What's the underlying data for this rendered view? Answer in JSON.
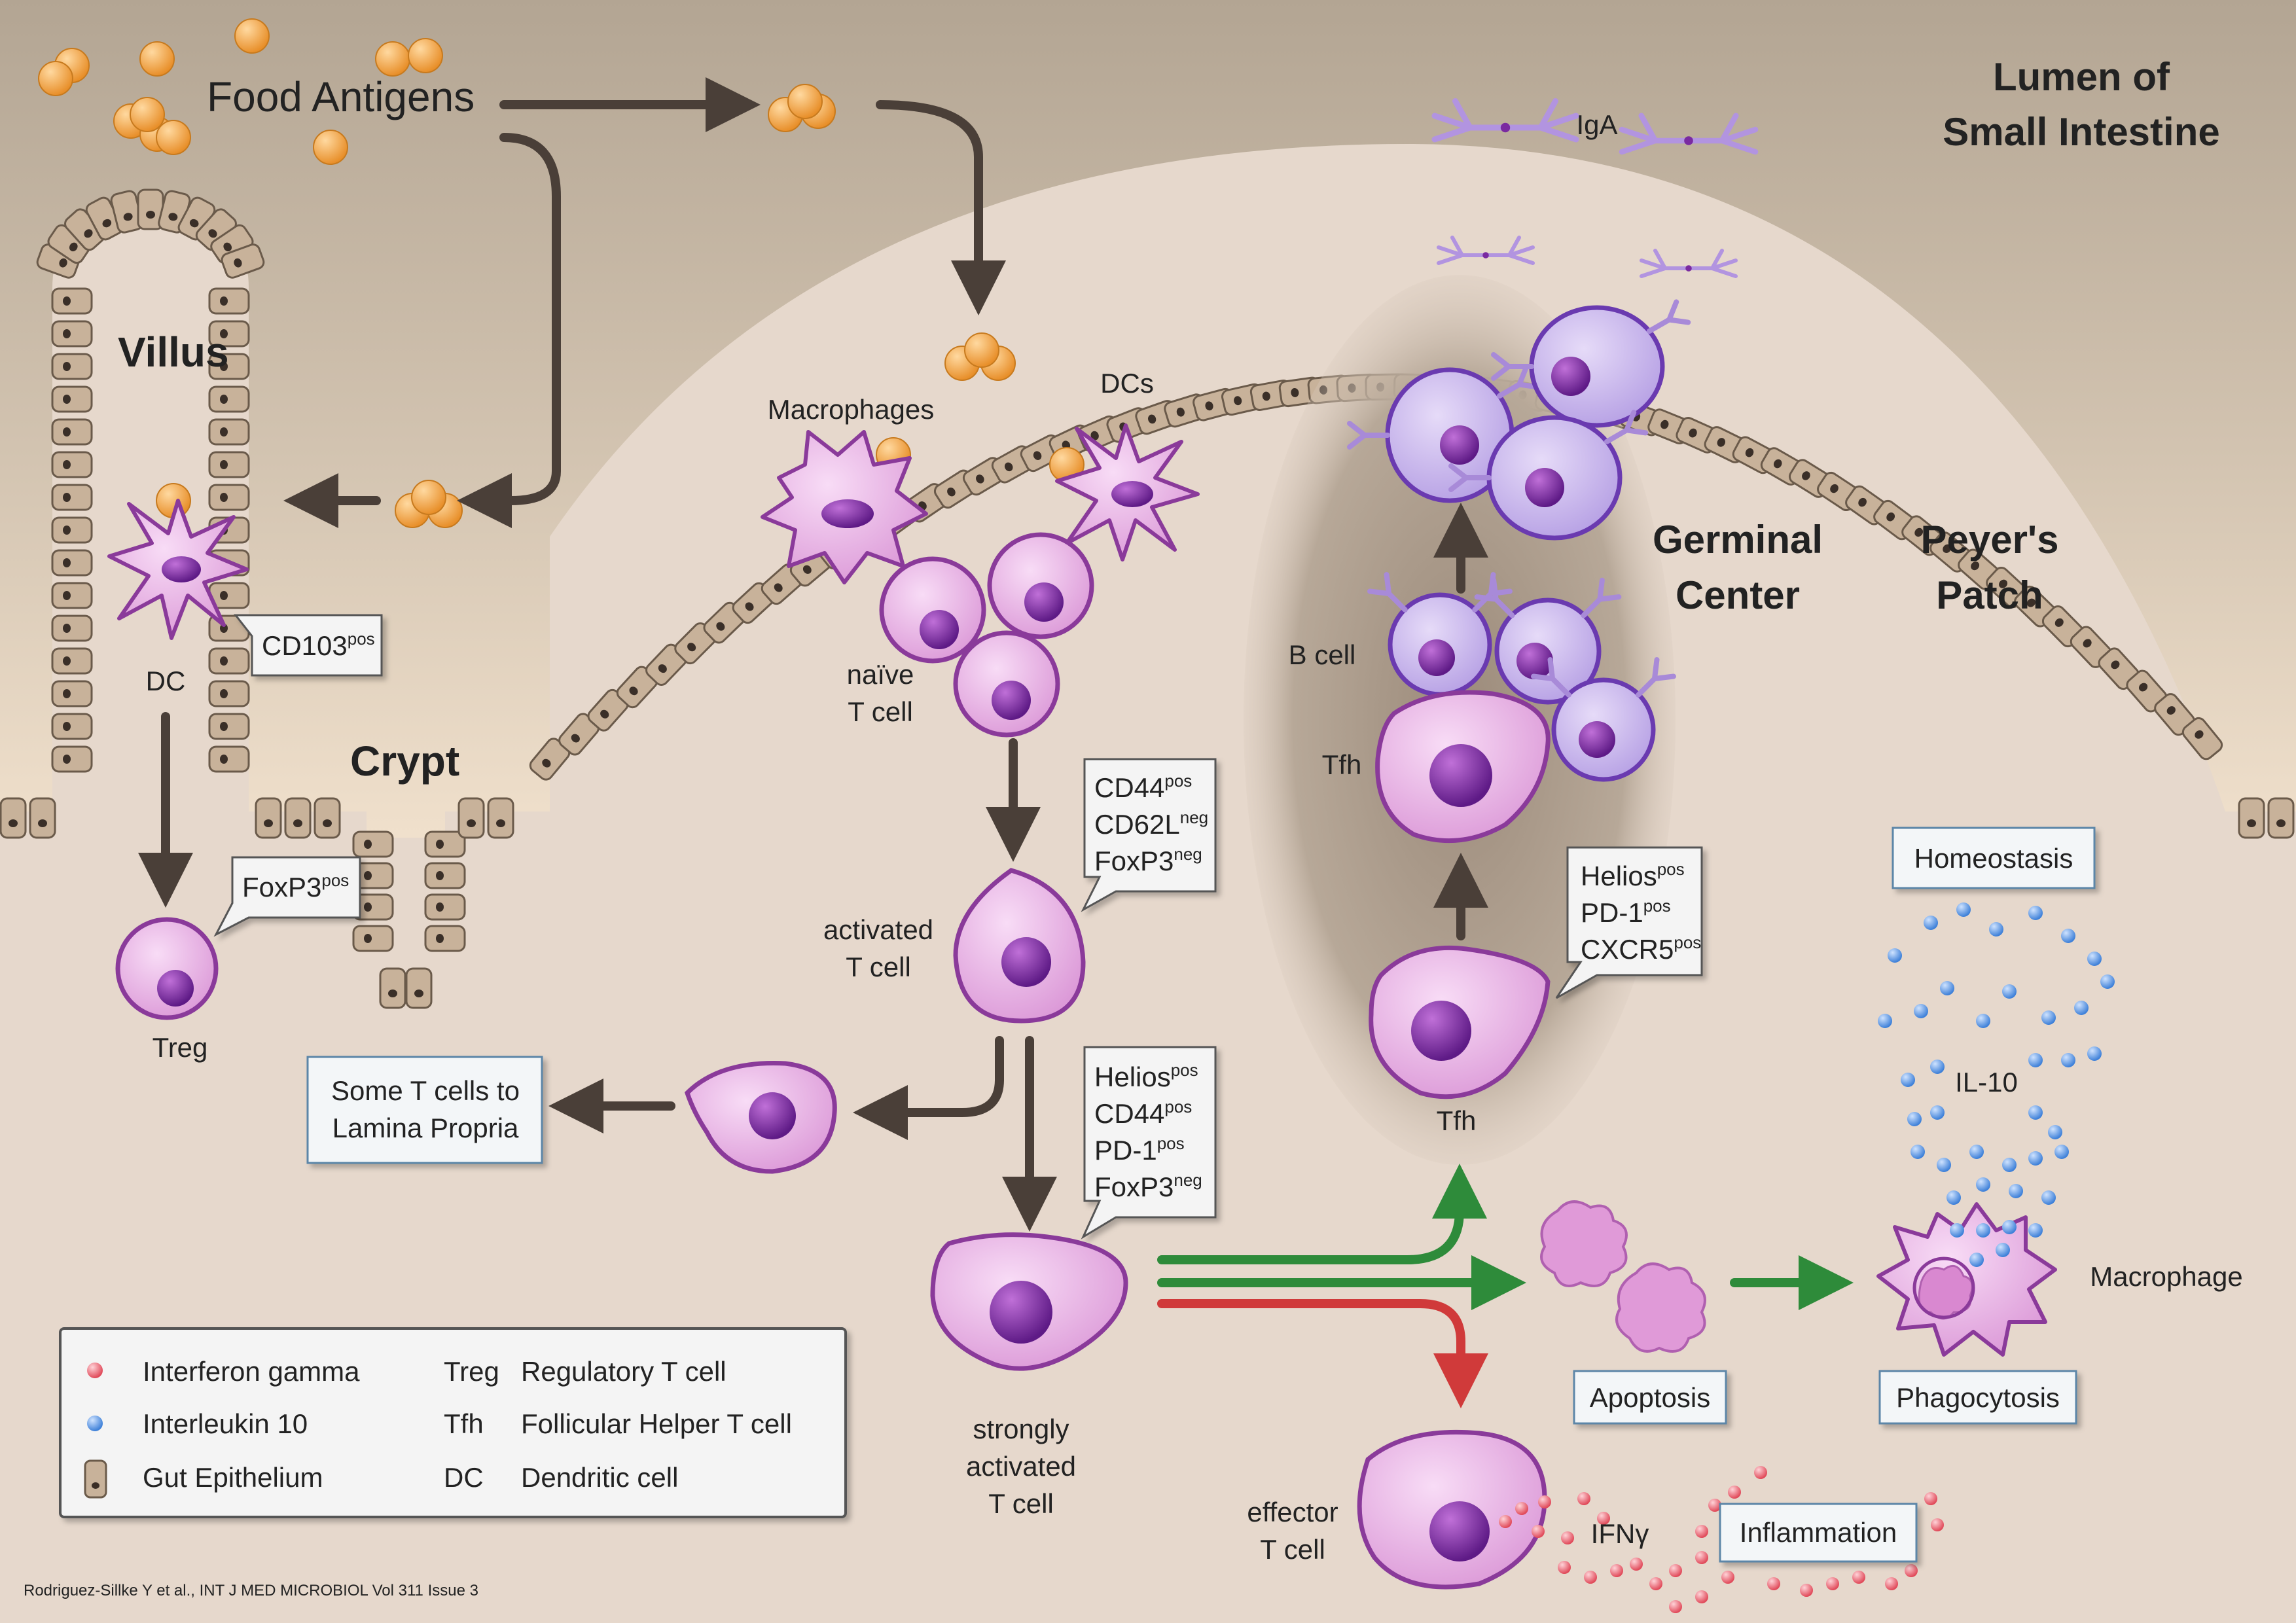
{
  "title": "Lumen of Small Intestine",
  "title_lines": [
    "Lumen of",
    "Small Intestine"
  ],
  "labels": {
    "food_antigens": "Food Antigens",
    "villus": "Villus",
    "crypt": "Crypt",
    "dc": "DC",
    "treg": "Treg",
    "macrophages": "Macrophages",
    "dcs": "DCs",
    "naive_line1": "naïve",
    "naive_line2": "T cell",
    "activated_line1": "activated",
    "activated_line2": "T cell",
    "strong_line1": "strongly",
    "strong_line2": "activated",
    "strong_line3": "T cell",
    "effector_line1": "effector",
    "effector_line2": "T cell",
    "iga": "IgA",
    "b_cell": "B cell",
    "tfh_top": "Tfh",
    "tfh_bottom": "Tfh",
    "germinal_line1": "Germinal",
    "germinal_line2": "Center",
    "peyers_line1": "Peyer's",
    "peyers_line2": "Patch",
    "il10": "IL-10",
    "ifng": "IFNγ",
    "macrophage": "Macrophage"
  },
  "markers": {
    "cd103": {
      "name": "CD103",
      "sup": "pos"
    },
    "foxp3": {
      "name": "FoxP3",
      "sup": "pos"
    },
    "activated": [
      {
        "name": "CD44",
        "sup": "pos"
      },
      {
        "name": "CD62L",
        "sup": "neg"
      },
      {
        "name": "FoxP3",
        "sup": "neg"
      }
    ],
    "strong": [
      {
        "name": "Helios",
        "sup": "pos"
      },
      {
        "name": "CD44",
        "sup": "pos"
      },
      {
        "name": "PD-1",
        "sup": "pos"
      },
      {
        "name": "FoxP3",
        "sup": "neg"
      }
    ],
    "tfh": [
      {
        "name": "Helios",
        "sup": "pos"
      },
      {
        "name": "PD-1",
        "sup": "pos"
      },
      {
        "name": "CXCR5",
        "sup": "pos"
      }
    ]
  },
  "boxes": {
    "lamina_line1": "Some T cells to",
    "lamina_line2": "Lamina Propria",
    "homeostasis": "Homeostasis",
    "apoptosis": "Apoptosis",
    "phagocytosis": "Phagocytosis",
    "inflammation": "Inflammation"
  },
  "legend": {
    "items": [
      {
        "symbol": "Interferon gamma",
        "abbr": "Treg",
        "meaning": "Regulatory T cell"
      },
      {
        "symbol": "Interleukin 10",
        "abbr": "Tfh",
        "meaning": "Follicular Helper T cell"
      },
      {
        "symbol": "Gut Epithelium",
        "abbr": "DC",
        "meaning": "Dendritic cell"
      }
    ]
  },
  "citation": "Rodriguez-Sillke Y et al., INT J MED MICROBIOL Vol 311 Issue 3",
  "colors": {
    "lumen_top": "#b8aa98",
    "tissue": "#e6d8cc",
    "epithelium": "#c8b29a",
    "cell_pink": "#e8b4e6",
    "cell_stroke": "#8a3a9a",
    "nucleus": "#7a2aa0",
    "b_cell": "#c8b4ec",
    "arrow_dark": "#4a3f38",
    "arrow_green": "#2e8b3a",
    "arrow_red": "#d03a3a",
    "antigen": "#f0a548",
    "il10_dot": "#4a90e2",
    "ifng_dot": "#e85a6a"
  }
}
